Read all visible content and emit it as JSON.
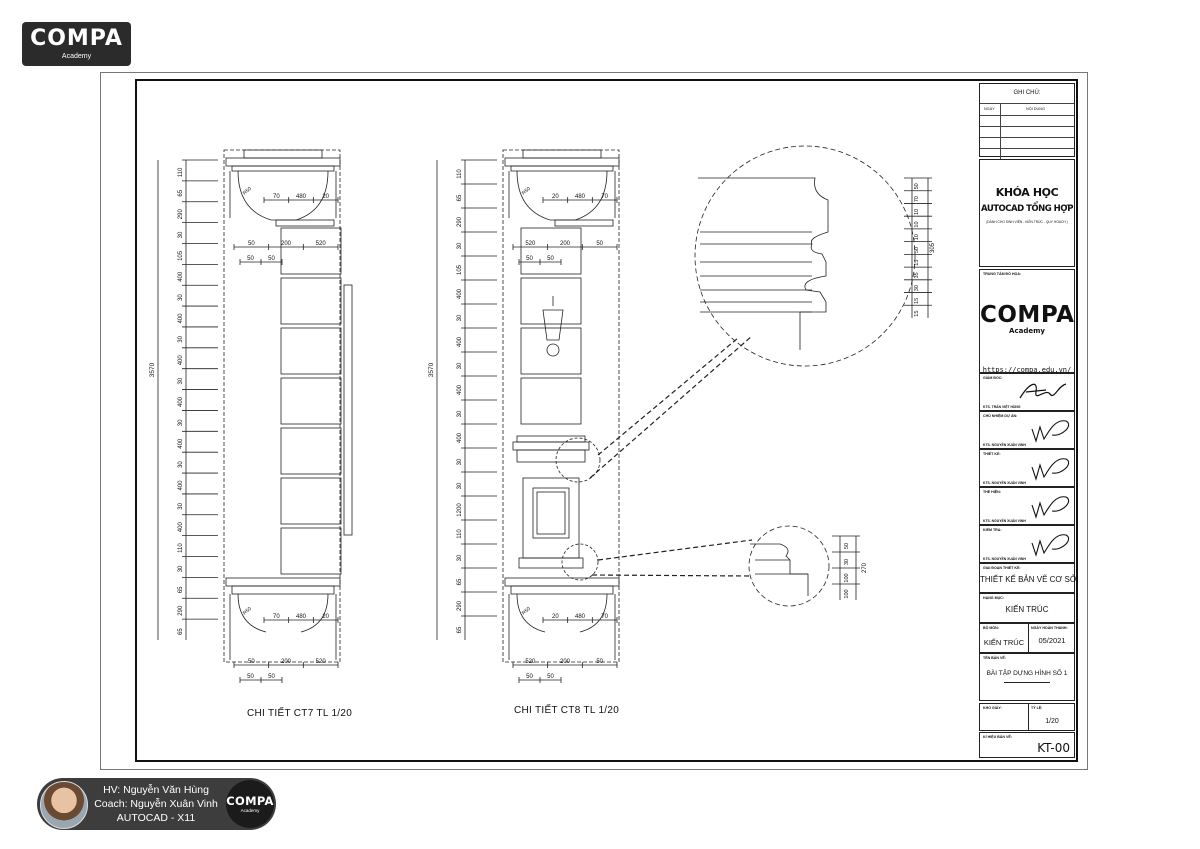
{
  "logo": {
    "word": "COMPA",
    "sub": "Academy"
  },
  "drawings": {
    "ct7": {
      "caption": "CHI TIẾT CT7 TL 1/20",
      "total_height": "3570",
      "dims_left": [
        "110",
        "65",
        "290",
        "30",
        "105",
        "400",
        "30",
        "400",
        "30",
        "400",
        "30",
        "400",
        "30",
        "400",
        "30",
        "400",
        "30",
        "400",
        "110",
        "30",
        "65",
        "290",
        "65"
      ],
      "top_dims_row1": [
        "70",
        "480",
        "20"
      ],
      "top_dims_row2": [
        "50",
        "200",
        "520"
      ],
      "top_dims_row3": [
        "50",
        "50"
      ],
      "bottom_dims_row1": [
        "70",
        "480",
        "20"
      ],
      "bottom_dims_row2": [
        "50",
        "200",
        "520"
      ],
      "bottom_dims_row3": [
        "50",
        "50"
      ],
      "radius": "R50"
    },
    "ct8": {
      "caption": "CHI TIẾT CT8 TL 1/20",
      "total_height": "3570",
      "dims_left": [
        "110",
        "65",
        "290",
        "30",
        "105",
        "400",
        "30",
        "400",
        "30",
        "400",
        "30",
        "400",
        "30",
        "30",
        "1200",
        "110",
        "30",
        "65",
        "290",
        "65"
      ],
      "top_dims_row1": [
        "20",
        "480",
        "70"
      ],
      "top_dims_row2": [
        "520",
        "200",
        "50"
      ],
      "top_dims_row3": [
        "50",
        "50"
      ],
      "bottom_dims_row1": [
        "20",
        "480",
        "70"
      ],
      "bottom_dims_row2": [
        "520",
        "200",
        "50"
      ],
      "bottom_dims_row3": [
        "50",
        "50"
      ],
      "radius": "R50"
    },
    "detail_top_dims": [
      "50",
      "70",
      "10",
      "10",
      "10",
      "50",
      "15",
      "35",
      "30",
      "15",
      "15"
    ],
    "detail_top_total": "305",
    "detail_bottom_dims": [
      "50",
      "30",
      "100",
      "100"
    ],
    "detail_bottom_total": "270"
  },
  "title_block": {
    "notes_title": "GHI CHÚ:",
    "notes_col_date": "NGÀY",
    "notes_col_content": "NỘI DUNG",
    "course_line1": "KHÓA HỌC",
    "course_line2": "AUTOCAD TỔNG HỢP",
    "course_line3": "(DÀNH CHO SINH VIÊN - KIẾN TRÚC - QUY HOẠCH )",
    "center_label": "TRUNG TÂM ĐỒ HỌA:",
    "center_logo": "COMPA",
    "center_logo_sub": "Academy",
    "url": "https://compa.edu.vn/",
    "director_label": "GIÁM ĐỐC:",
    "director_name": "KTS. TRẦN VIỆT HÙNG",
    "rows": [
      {
        "label": "CHỦ NHIỆM DỰ ÁN:",
        "name": "KTS. NGUYỄN XUÂN VINH"
      },
      {
        "label": "THIẾT KẾ:",
        "name": "KTS. NGUYỄN XUÂN VINH"
      },
      {
        "label": "THỂ HIỆN:",
        "name": "KTS. NGUYỄN XUÂN VINH"
      },
      {
        "label": "KIỂM TRA:",
        "name": "KTS. NGUYỄN XUÂN VINH"
      }
    ],
    "phase_label": "GIAI ĐOẠN THIẾT KẾ:",
    "phase_value": "THIẾT KẾ BẢN VẼ CƠ SỞ",
    "category_label": "HẠNG MỤC:",
    "category_value": "KIẾN TRÚC",
    "dept_label": "BỘ MÔN:",
    "dept_value": "KIẾN TRÚC",
    "date_label": "NGÀY HOÀN THÀNH:",
    "date_value": "05/2021",
    "drawing_name_label": "TÊN BẢN VẼ:",
    "drawing_name_value": "BÀI TẬP DỰNG HÌNH SỐ 1",
    "paper_label": "KHỔ GIẤY:",
    "scale_label": "TỶ LỆ:",
    "scale_value": "1/20",
    "sheet_label": "KÍ HIỆU BẢN VẼ:",
    "sheet_value": "KT-00"
  },
  "badge": {
    "line1": "HV: Nguyễn Văn Hùng",
    "line2": "Coach: Nguyễn Xuân Vinh",
    "line3": "AUTOCAD - X11",
    "logo": "COMPA",
    "logo_sub": "Academy"
  }
}
